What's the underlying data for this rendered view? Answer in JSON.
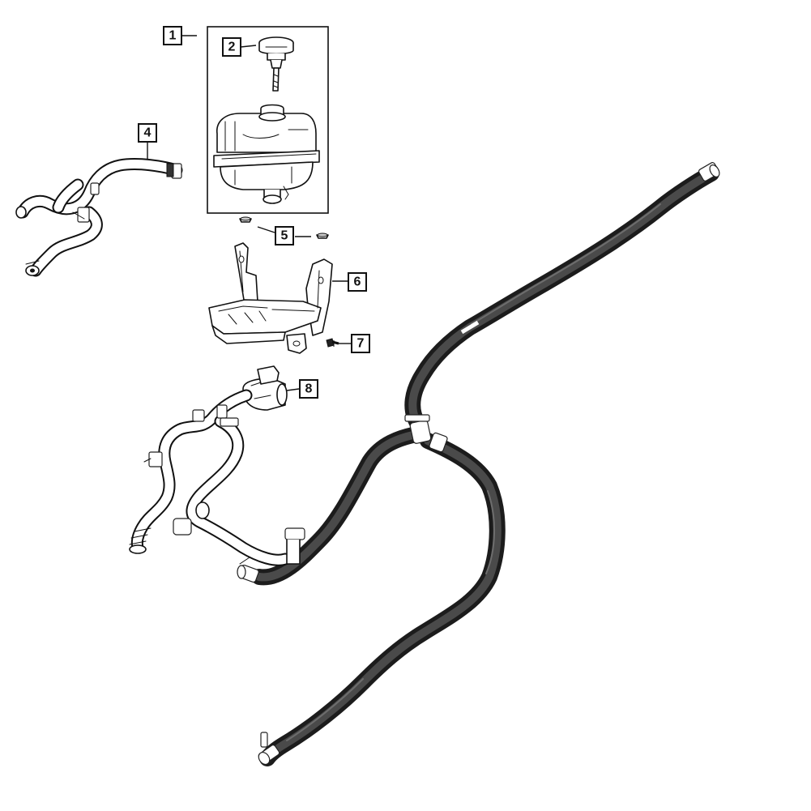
{
  "callouts": [
    {
      "id": "1",
      "label": "1"
    },
    {
      "id": "2",
      "label": "2"
    },
    {
      "id": "4",
      "label": "4"
    },
    {
      "id": "5",
      "label": "5"
    },
    {
      "id": "6",
      "label": "6"
    },
    {
      "id": "7",
      "label": "7"
    },
    {
      "id": "8",
      "label": "8"
    }
  ],
  "colors": {
    "line": "#111111",
    "hose": "#1c1c1c",
    "background": "#ffffff"
  },
  "parts": {
    "coolant_reservoir": "coolant-reservoir-icon",
    "pressure_cap": "pressure-cap-icon",
    "hose_4": "coolant-hose-icon",
    "grommet_5": "grommet-icon",
    "bracket_6": "bracket-icon",
    "bolt_7": "bolt-icon",
    "hose_8": "coolant-hose-assembly-icon",
    "heater_hose": "heater-hose-icon"
  }
}
